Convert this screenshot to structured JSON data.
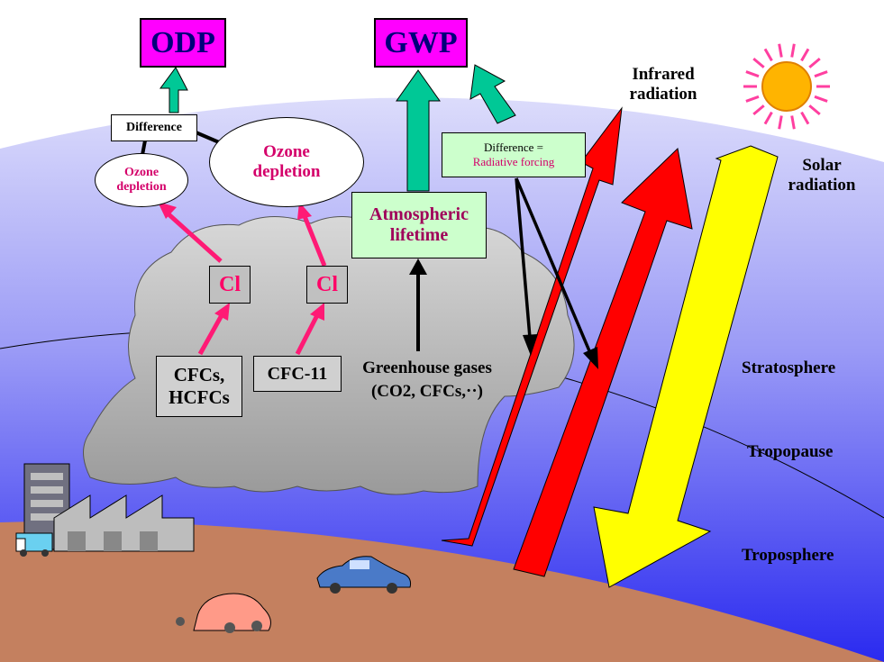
{
  "top_metrics": {
    "odp": "ODP",
    "gwp": "GWP"
  },
  "ozone": {
    "difference_label": "Difference",
    "small_depletion": "Ozone depletion",
    "large_depletion": "Ozone depletion"
  },
  "chemistry": {
    "cl_left": "Cl",
    "cl_right": "Cl",
    "cfcs_hcfcs": "CFCs, HCFCs",
    "cfc11": "CFC-11"
  },
  "greenhouse": {
    "atmospheric_lifetime": "Atmospheric lifetime",
    "gases_line1": "Greenhouse gases",
    "gases_line2": "(CO2, CFCs,··)"
  },
  "forcing": {
    "difference": "Difference =",
    "radiative_forcing": "Radiative forcing"
  },
  "radiation": {
    "infrared": "Infrared radiation",
    "solar": "Solar radiation"
  },
  "layers": {
    "stratosphere": "Stratosphere",
    "tropopause": "Tropopause",
    "troposphere": "Troposphere"
  },
  "colors": {
    "metric_box": "#ff00ff",
    "teal_arrow": "#00c896",
    "pink_arrow": "#ff1a75",
    "red_arrow": "#ff0000",
    "solar_arrow": "#ffff00",
    "ground": "#c4805f",
    "sky_top": "#c8c8f8",
    "sky_bottom": "#3030f0"
  }
}
